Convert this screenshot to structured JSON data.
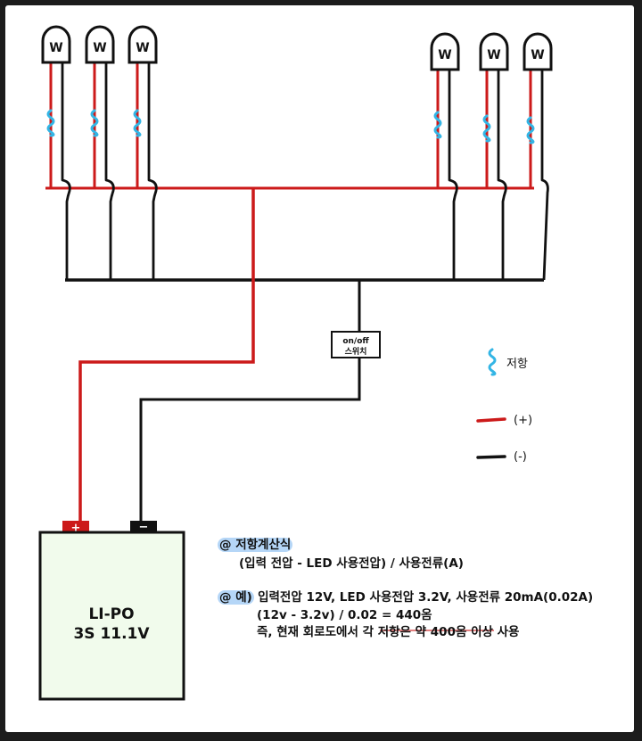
{
  "led_label": "W",
  "switch": {
    "line1": "on/off",
    "line2": "스위치"
  },
  "legend": {
    "resistor": "저항",
    "positive": "(+)",
    "negative": "(-)"
  },
  "battery": {
    "plus": "+",
    "minus": "−",
    "line1": "LI-PO",
    "line2": "3S 11.1V"
  },
  "notes": {
    "formula_title": "@ 저항계산식",
    "formula": "(입력 전압 - LED 사용전압) / 사용전류(A)",
    "example_title": "@ 예)",
    "example_line1": "입력전압 12V, LED 사용전압 3.2V, 사용전류 20mA(0.02A)",
    "example_line2": "(12v - 3.2v) / 0.02 = 440옴",
    "example_line3": "즉, 현재 회로도에서 각 저항은 약 400옴 이상 사용"
  },
  "colors": {
    "positive_wire": "#cc1a1a",
    "negative_wire": "#111111",
    "resistor": "#33b5e5",
    "highlight": "#78b4f0"
  }
}
